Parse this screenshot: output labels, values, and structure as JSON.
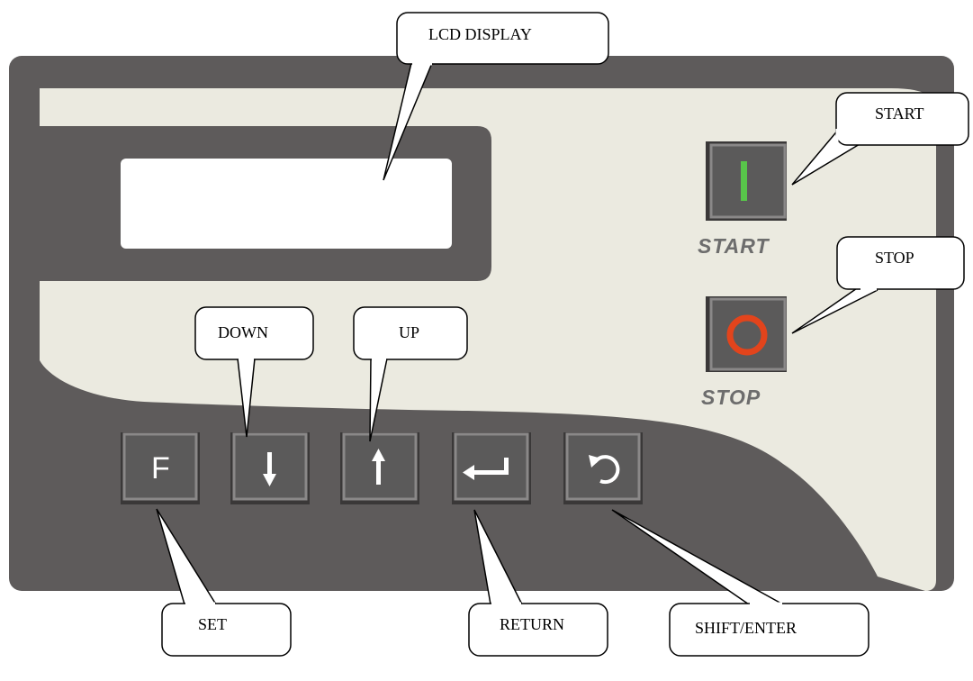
{
  "heading": "",
  "panel": {
    "start_label": "START",
    "stop_label": "STOP",
    "keys": [
      {
        "id": "f",
        "glyph": "F"
      },
      {
        "id": "down",
        "glyph": "↓"
      },
      {
        "id": "up",
        "glyph": "↑"
      },
      {
        "id": "return",
        "glyph": "return-arrow-icon"
      },
      {
        "id": "shift",
        "glyph": "rotate-arrow-icon"
      }
    ]
  },
  "callouts": {
    "lcd": "LCD DISPLAY",
    "start": "START",
    "stop": "STOP",
    "down": "DOWN",
    "up": "UP",
    "set": "SET",
    "return": "RETURN",
    "shift_enter": "SHIFT/ENTER"
  },
  "colors": {
    "panel": "#5e5b5b",
    "inner": "#ebeae0",
    "key": "#5b5a5a",
    "start_bar": "#58c54a",
    "stop_ring": "#e2441c"
  }
}
